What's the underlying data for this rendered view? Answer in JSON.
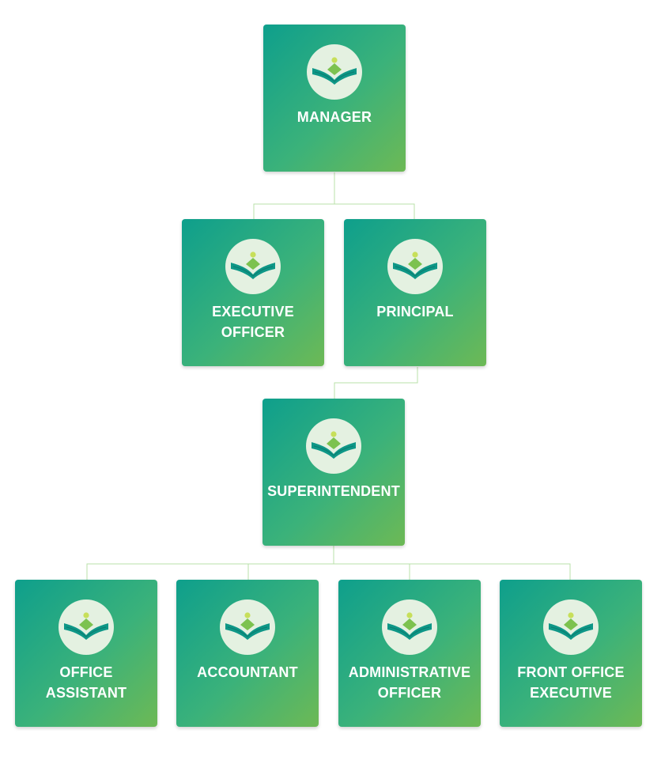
{
  "org_chart": {
    "accent_colors": {
      "gradient_start": "#0e9f8c",
      "gradient_end": "#6db955",
      "connector": "#b9e0a9",
      "logo_bg": "#e4f1e1"
    },
    "logo_icon": "open-book-icon",
    "nodes": [
      {
        "id": "manager",
        "lines": [
          "MANAGER"
        ]
      },
      {
        "id": "executive_officer",
        "lines": [
          "EXECUTIVE",
          "OFFICER"
        ]
      },
      {
        "id": "principal",
        "lines": [
          "PRINCIPAL"
        ]
      },
      {
        "id": "superintendent",
        "lines": [
          "SUPERINTENDENT"
        ]
      },
      {
        "id": "office_assistant",
        "lines": [
          "OFFICE",
          "ASSISTANT"
        ]
      },
      {
        "id": "accountant",
        "lines": [
          "ACCOUNTANT"
        ]
      },
      {
        "id": "administrative_officer",
        "lines": [
          "ADMINISTRATIVE",
          "OFFICER"
        ]
      },
      {
        "id": "front_office_executive",
        "lines": [
          "FRONT OFFICE",
          "EXECUTIVE"
        ]
      }
    ],
    "edges": [
      [
        "manager",
        "executive_officer"
      ],
      [
        "manager",
        "principal"
      ],
      [
        "principal",
        "superintendent"
      ],
      [
        "superintendent",
        "office_assistant"
      ],
      [
        "superintendent",
        "accountant"
      ],
      [
        "superintendent",
        "administrative_officer"
      ],
      [
        "superintendent",
        "front_office_executive"
      ]
    ]
  }
}
